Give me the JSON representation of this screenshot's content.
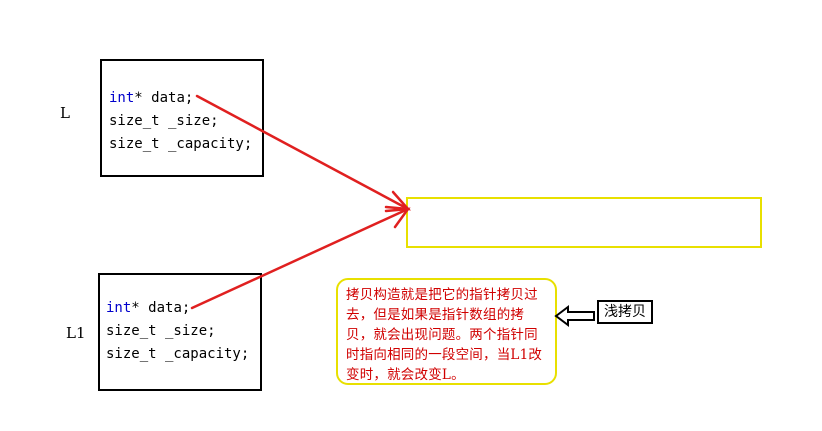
{
  "objects": {
    "L": {
      "label": "L",
      "fields": [
        {
          "type": "int",
          "rest": "* data;"
        },
        {
          "type": "",
          "rest": "size_t _size;"
        },
        {
          "type": "",
          "rest": "size_t _capacity;"
        }
      ]
    },
    "L1": {
      "label": "L1",
      "fields": [
        {
          "type": "int",
          "rest": "* data;"
        },
        {
          "type": "",
          "rest": "size_t _size;"
        },
        {
          "type": "",
          "rest": "size_t _capacity;"
        }
      ]
    }
  },
  "note": {
    "text": "拷贝构造就是把它的指针拷贝过去，但是如果是指针数组的拷贝，就会出现问题。两个指针同时指向相同的一段空间，当L1改变时，就会改变L。"
  },
  "tag": {
    "text": "浅拷贝"
  },
  "colors": {
    "pointer_arrow": "#e02020",
    "highlight_box": "#e8e000",
    "note_text": "#d00000",
    "keyword": "#0000cc"
  }
}
